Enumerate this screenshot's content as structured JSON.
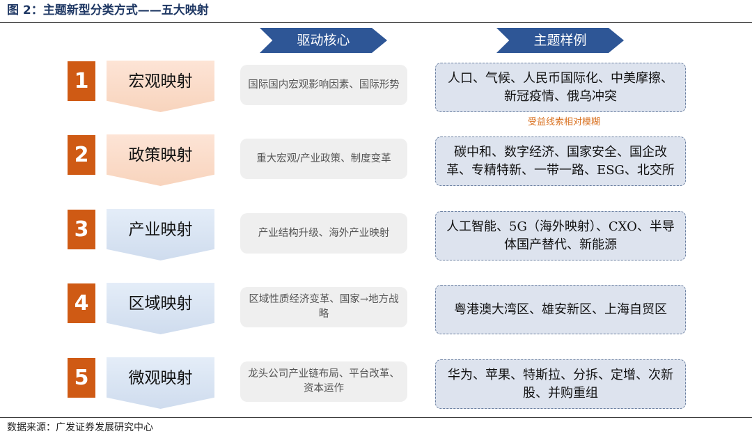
{
  "figure": {
    "title": "图 2：主题新型分类方式——五大映射",
    "source": "数据来源：广发证券发展研究中心"
  },
  "headers": {
    "driver": "驱动核心",
    "example": "主题样例"
  },
  "rows": [
    {
      "number": "1",
      "mapping": "宏观映射",
      "driver": "国际国内宏观影响因素、国际形势",
      "examples": "人口、气候、人民币国际化、中美摩擦、新冠疫情、俄乌冲突",
      "style": "warm"
    },
    {
      "number": "2",
      "mapping": "政策映射",
      "driver": "重大宏观/产业政策、制度变革",
      "examples": "碳中和、数字经济、国家安全、国企改革、专精特新、一带一路、ESG、北交所",
      "style": "warm"
    },
    {
      "number": "3",
      "mapping": "产业映射",
      "driver": "产业结构升级、海外产业映射",
      "examples": "人工智能、5G（海外映射）、CXO、半导体国产替代、新能源",
      "style": "cool"
    },
    {
      "number": "4",
      "mapping": "区域映射",
      "driver": "区域性质经济变革、国家→地方战略",
      "examples": "粤港澳大湾区、雄安新区、上海自贸区",
      "style": "cool"
    },
    {
      "number": "5",
      "mapping": "微观映射",
      "driver": "龙头公司产业链布局、平台改革、资本运作",
      "examples": "华为、苹果、特斯拉、分拆、定增、次新股、并购重组",
      "style": "cool"
    }
  ],
  "note": "受益线索相对模糊",
  "colors": {
    "title_blue": "#1f3864",
    "header_arrow": "#2e5696",
    "number_orange": "#cf5a14",
    "note_orange": "#d9701f",
    "warm_chevron": "#f8d4bd",
    "cool_chevron": "#cfdcee",
    "driver_bg": "#efefef",
    "example_bg": "#dde3ee"
  }
}
